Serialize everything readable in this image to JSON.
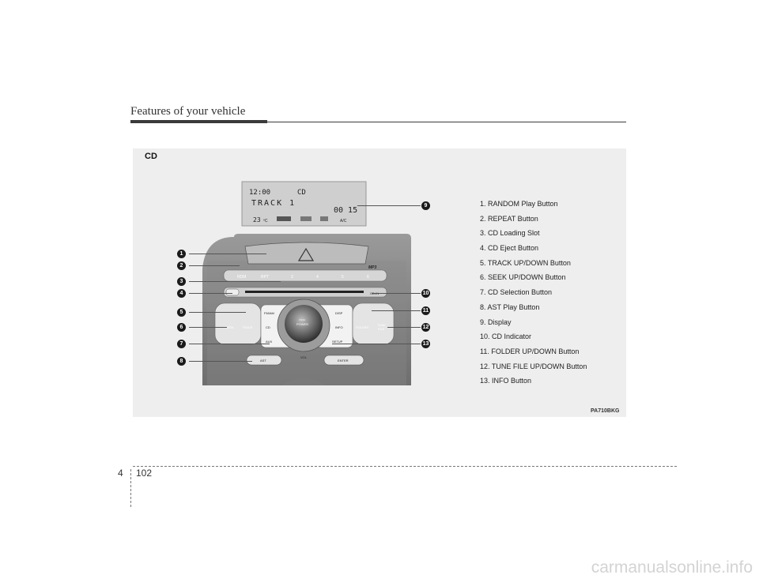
{
  "header": {
    "title": "Features of your vehicle"
  },
  "section": {
    "title": "CD"
  },
  "display": {
    "clock": "12:00",
    "mode": "CD",
    "track": "TRACK 1",
    "time": "00 15",
    "temp": "23",
    "temp_unit": "ºC",
    "ac": "A/C"
  },
  "head_unit": {
    "top_labels": [
      "RDM",
      "RPT",
      "3",
      "4",
      "5",
      "6"
    ],
    "mp3": "MP3",
    "cd_in": "CD-IN",
    "left_buttons": {
      "seek": "SEEK",
      "track": "TRACK"
    },
    "center_left": [
      "FM/AM",
      "CD",
      "AUX"
    ],
    "center_right": [
      "DISP",
      "INFO",
      "SETUP"
    ],
    "right_buttons": {
      "folder": "FOLDER",
      "tune": "TUNE",
      "file": "FILE"
    },
    "knob_push": "PUSH",
    "knob_power": "POWER",
    "vol": "VOL",
    "ast": "AST",
    "enter": "ENTER"
  },
  "legend": [
    "1. RANDOM Play Button",
    "2. REPEAT Button",
    "3. CD Loading Slot",
    "4. CD Eject Button",
    "5. TRACK UP/DOWN Button",
    "6. SEEK UP/DOWN Button",
    "7. CD Selection Button",
    "8. AST Play Button",
    "9. Display",
    "10. CD Indicator",
    "11. FOLDER UP/DOWN Button",
    "12. TUNE FILE UP/DOWN Button",
    "13. INFO Button"
  ],
  "callouts": [
    "1",
    "2",
    "3",
    "4",
    "5",
    "6",
    "7",
    "8",
    "9",
    "10",
    "11",
    "12",
    "13"
  ],
  "figure_code": "PA710BKG",
  "footer": {
    "chapter": "4",
    "page": "102"
  },
  "watermark": "carmanualsonline.info"
}
